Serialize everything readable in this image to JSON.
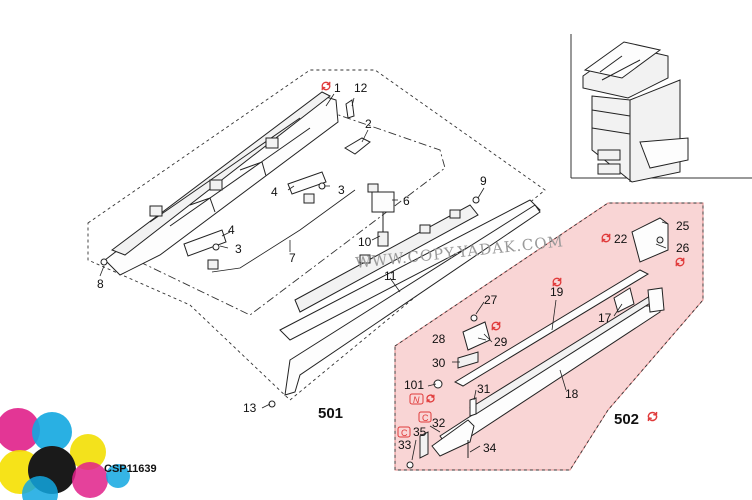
{
  "diagram": {
    "watermark": "WWW.COPY-YADAK.COM",
    "document_code": "CSP11639",
    "assemblies": [
      {
        "id": "501",
        "label": "501"
      },
      {
        "id": "502",
        "label": "502"
      }
    ],
    "parts": [
      {
        "id": "p1",
        "label": "1"
      },
      {
        "id": "p2",
        "label": "2"
      },
      {
        "id": "p3a",
        "label": "3"
      },
      {
        "id": "p3b",
        "label": "3"
      },
      {
        "id": "p4a",
        "label": "4"
      },
      {
        "id": "p4b",
        "label": "4"
      },
      {
        "id": "p6",
        "label": "6"
      },
      {
        "id": "p7",
        "label": "7"
      },
      {
        "id": "p8",
        "label": "8"
      },
      {
        "id": "p9",
        "label": "9"
      },
      {
        "id": "p10",
        "label": "10"
      },
      {
        "id": "p11",
        "label": "11"
      },
      {
        "id": "p12",
        "label": "12"
      },
      {
        "id": "p13",
        "label": "13"
      },
      {
        "id": "p17",
        "label": "17"
      },
      {
        "id": "p18",
        "label": "18"
      },
      {
        "id": "p19",
        "label": "19"
      },
      {
        "id": "p22",
        "label": "22"
      },
      {
        "id": "p25",
        "label": "25"
      },
      {
        "id": "p26",
        "label": "26"
      },
      {
        "id": "p27",
        "label": "27"
      },
      {
        "id": "p28",
        "label": "28"
      },
      {
        "id": "p29",
        "label": "29"
      },
      {
        "id": "p30",
        "label": "30"
      },
      {
        "id": "p31",
        "label": "31"
      },
      {
        "id": "p32",
        "label": "32"
      },
      {
        "id": "p33",
        "label": "33"
      },
      {
        "id": "p34",
        "label": "34"
      },
      {
        "id": "p35",
        "label": "35"
      },
      {
        "id": "p101",
        "label": "101"
      }
    ],
    "badges": {
      "n_mark": "N",
      "c_mark": "C"
    },
    "colors": {
      "highlight_fill": "#f9d5d5",
      "highlight_stroke": "#e08a8a",
      "refresh_icon": "#e03a3a",
      "line": "#222222"
    }
  }
}
